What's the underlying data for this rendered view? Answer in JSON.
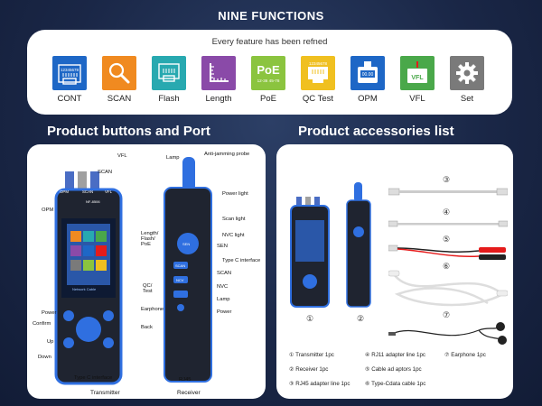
{
  "header_title": "NINE FUNCTIONS",
  "subtitle": "Every feature has been refned",
  "functions": [
    {
      "label": "CONT",
      "color": "#1e67c6",
      "icon": "rj45-port-icon",
      "code": "12345678"
    },
    {
      "label": "SCAN",
      "color": "#f08a20",
      "icon": "magnifier-icon"
    },
    {
      "label": "Flash",
      "color": "#28a9b0",
      "icon": "flash-port-icon"
    },
    {
      "label": "Length",
      "color": "#8a4aa8",
      "icon": "ruler-icon"
    },
    {
      "label": "PoE",
      "color": "#8bc43f",
      "icon": "poe-icon",
      "badge": "PoE",
      "range": "12-36  45-78"
    },
    {
      "label": "QC Test",
      "color": "#f0c020",
      "icon": "qc-port-icon",
      "code": "12345678"
    },
    {
      "label": "OPM",
      "color": "#1e67c6",
      "icon": "opm-meter-icon",
      "readout": "00.00"
    },
    {
      "label": "VFL",
      "color": "#4aa84a",
      "icon": "vfl-icon",
      "badge": "VFL"
    },
    {
      "label": "Set",
      "color": "#7a7a7a",
      "icon": "gear-icon"
    }
  ],
  "section_left_title": "Product buttons and Port",
  "section_right_title": "Product accessories list",
  "transmitter_callouts": {
    "scan": "SCAN",
    "vfl": "VFL",
    "opm": "OPM",
    "lfp": "Length/ Flash/ PoE",
    "qc": "QC/ Test",
    "power": "Power",
    "confirm": "Confirm",
    "up": "Up",
    "down": "Down",
    "back": "Back",
    "typec": "Type C interface",
    "caption": "Transmitter"
  },
  "transmitter_screen": {
    "model": "NF-8506"
  },
  "transmitter_buttons": {
    "ports": [
      "OPM",
      "SCAN",
      "VFL"
    ],
    "strip": "Network Cable"
  },
  "receiver_callouts": {
    "lamp": "Lamp",
    "probe": "Anti-jamming probe",
    "powerlight": "Power light",
    "scanlight": "Scan light",
    "nvclight": "NVC light",
    "sen": "SEN",
    "typec": "Type C interface",
    "scan": "SCAN",
    "nvc": "NVC",
    "lamp2": "Lamp",
    "power": "Power",
    "earphone": "Earphone",
    "rj45": "RJ45",
    "caption": "Receiver"
  },
  "receiver_buttons": {
    "sen": "SEN",
    "scan": "SCAN",
    "nvc": "NCV"
  },
  "accessories": {
    "circles": [
      "①",
      "②",
      "③",
      "④",
      "⑤",
      "⑥",
      "⑦"
    ],
    "list": [
      "① Transmitter 1pc",
      "② Receiver 1pc",
      "③ RJ45 adapter line 1pc",
      "④ RJ11 adapter line 1pc",
      "⑤ Cable ad aptors 1pc",
      "⑥ Type-Cdata cable 1pc",
      "⑦ Earphone 1pc"
    ]
  },
  "colors": {
    "blue": "#1e67c6",
    "red": "#e51b1b",
    "device": "#1f2430",
    "accent": "#2f6fe0"
  }
}
